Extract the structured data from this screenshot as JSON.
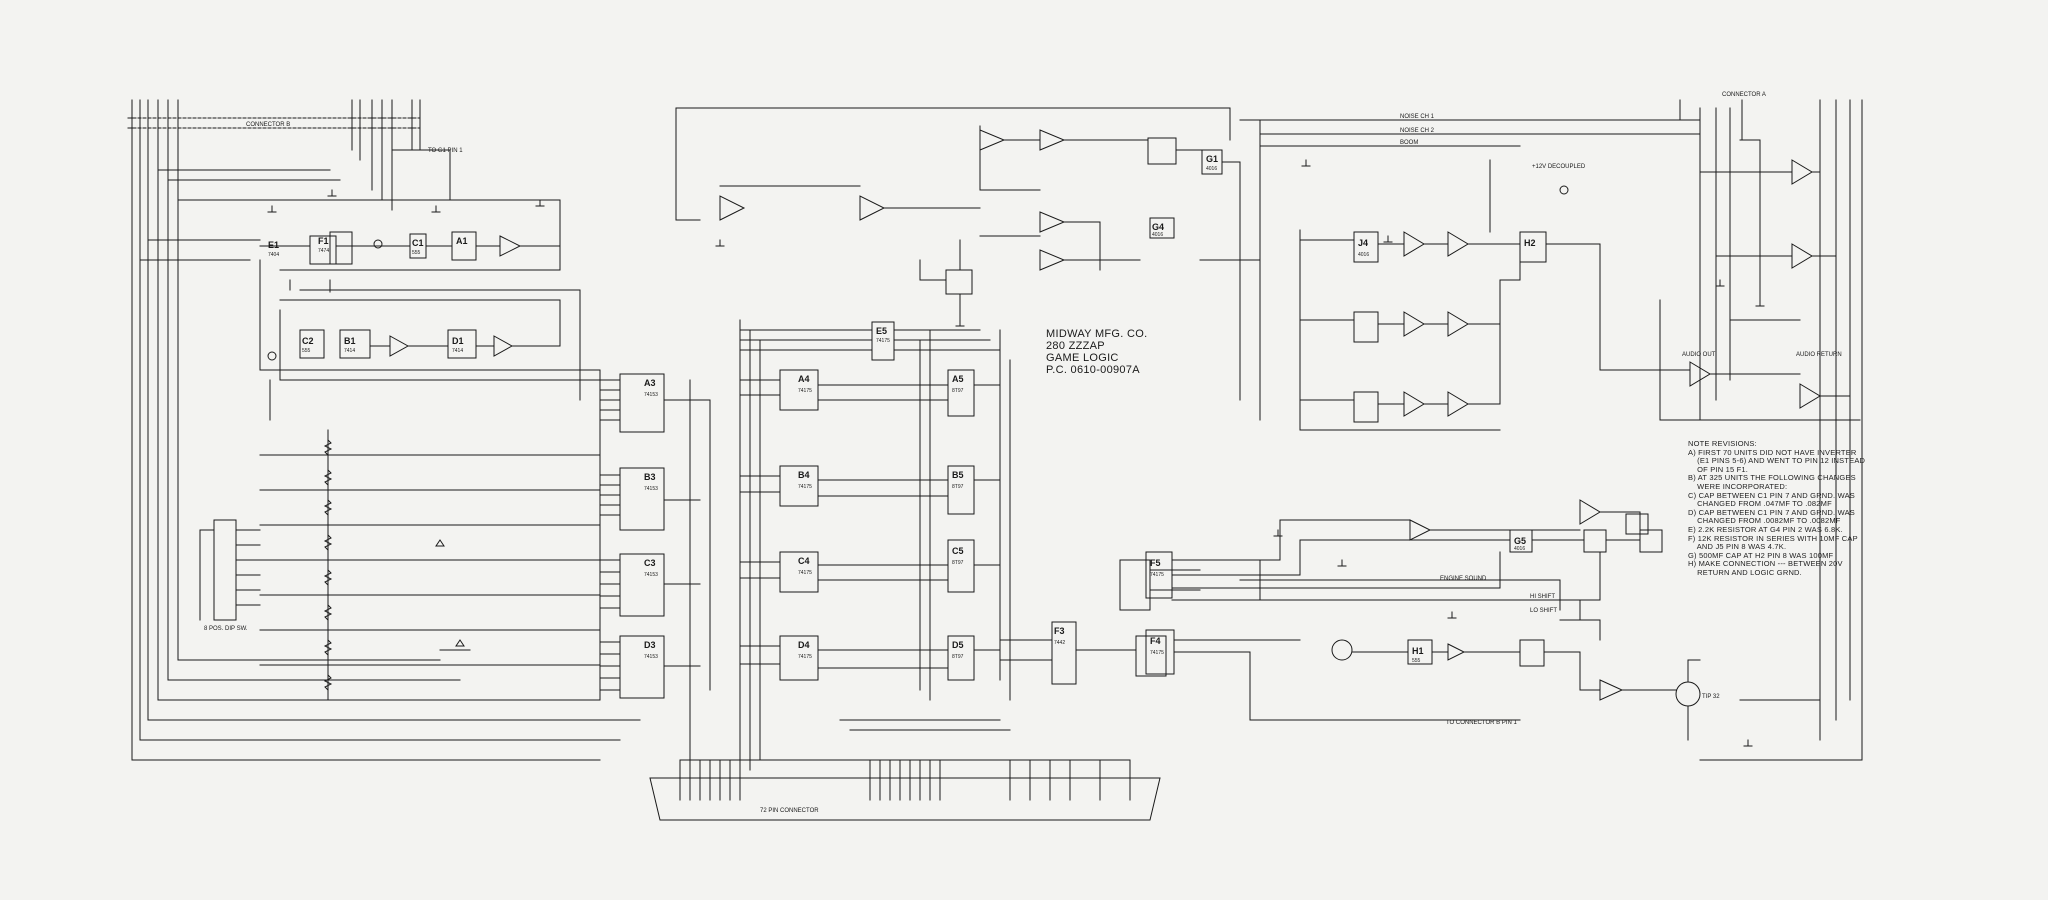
{
  "title_block": {
    "line1": "MIDWAY MFG. CO.",
    "line2": "280 ZZZAP",
    "line3": "GAME LOGIC",
    "line4": "P.C. 0610-00907A"
  },
  "notes": {
    "heading": "NOTE REVISIONS:",
    "items": [
      "A) FIRST 70 UNITS DID NOT HAVE INVERTER",
      "    (E1 PINS 5-6) AND WENT TO PIN 12 INSTEAD",
      "    OF PIN 15 F1.",
      "B) AT 325 UNITS THE FOLLOWING CHANGES",
      "    WERE INCORPORATED:",
      "C) CAP BETWEEN C1 PIN 7 AND GRND. WAS",
      "    CHANGED FROM .047MF TO .082MF",
      "D) CAP BETWEEN C1 PIN 7 AND GRND. WAS",
      "    CHANGED FROM .0082MF TO .0082MF",
      "E) 2.2K RESISTOR AT G4 PIN 2 WAS 6.8K.",
      "F) 12K RESISTOR IN SERIES WITH 10MF CAP",
      "    AND J5 PIN 8 WAS 4.7K.",
      "G) 500MF CAP AT H2 PIN 8 WAS 100MF",
      "H) MAKE CONNECTION --- BETWEEN 20V",
      "    RETURN AND LOGIC GRND."
    ]
  },
  "labels": {
    "connector_b": "CONNECTOR B",
    "to_g1": "TO G1 PIN 1",
    "connector_72": "72 PIN CONNECTOR",
    "to_connector_b": "TO CONNECTOR B PIN 1",
    "connector_a": "CONNECTOR A",
    "noise_ch1": "NOISE CH 1",
    "noise_ch2": "NOISE CH 2",
    "boom": "BOOM",
    "decoupled": "+12V DECOUPLED",
    "engine_sound": "ENGINE SOUND",
    "hi_shift": "HI SHIFT",
    "lo_shift": "LO SHIFT",
    "audio_out": "AUDIO OUT",
    "audio_return": "AUDIO RETURN",
    "tip32": "TIP 32",
    "hex_dip": "8 POS. DIP SW."
  },
  "chips": [
    {
      "id": "E1",
      "type": "7404"
    },
    {
      "id": "F1",
      "type": "7474"
    },
    {
      "id": "C1",
      "type": "555"
    },
    {
      "id": "A1",
      "type": ""
    },
    {
      "id": "C2",
      "type": "555"
    },
    {
      "id": "B1",
      "type": "7414"
    },
    {
      "id": "D1",
      "type": "7414"
    },
    {
      "id": "A3",
      "type": "74153"
    },
    {
      "id": "B3",
      "type": "74153"
    },
    {
      "id": "C3",
      "type": "74153"
    },
    {
      "id": "D3",
      "type": "74153"
    },
    {
      "id": "E5",
      "type": "74175"
    },
    {
      "id": "A4",
      "type": "74175"
    },
    {
      "id": "A5",
      "type": "8T97"
    },
    {
      "id": "B4",
      "type": "74175"
    },
    {
      "id": "B5",
      "type": "8T97"
    },
    {
      "id": "C4",
      "type": "74175"
    },
    {
      "id": "C5",
      "type": "8T97"
    },
    {
      "id": "D4",
      "type": "74175"
    },
    {
      "id": "D5",
      "type": "8T97"
    },
    {
      "id": "F3",
      "type": "7442"
    },
    {
      "id": "F5",
      "type": "74175"
    },
    {
      "id": "F4",
      "type": "74175"
    },
    {
      "id": "G4",
      "type": "4016"
    },
    {
      "id": "G1",
      "type": "4016"
    },
    {
      "id": "J4",
      "type": "4016"
    },
    {
      "id": "H2",
      "type": ""
    },
    {
      "id": "G5",
      "type": "4016"
    },
    {
      "id": "H1",
      "type": "555"
    }
  ],
  "colors": {
    "paper": "#f3f3f1",
    "ink": "#1a1a1a"
  }
}
